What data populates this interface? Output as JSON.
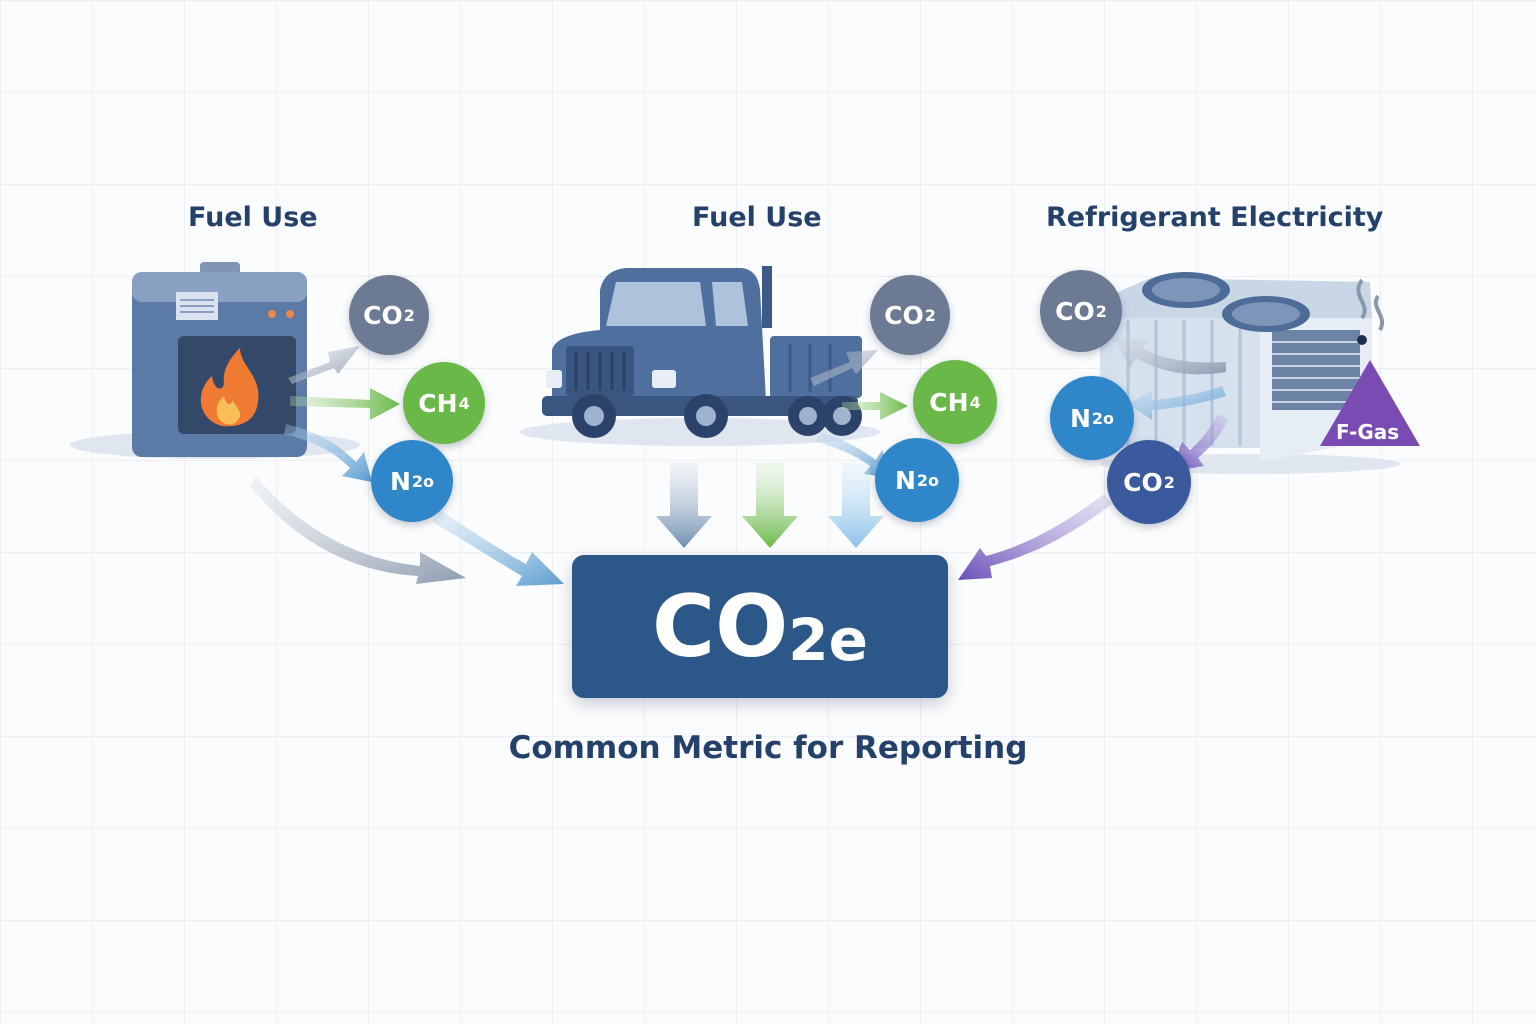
{
  "sources": [
    {
      "label": "Fuel Use"
    },
    {
      "label": "Fuel Use"
    },
    {
      "label": "Refrigerant  Electricity"
    }
  ],
  "bubbles": {
    "furnace": [
      {
        "base": "CO",
        "sub": "2"
      },
      {
        "base": "CH",
        "sub": "4"
      },
      {
        "base": "N",
        "sub": "2o"
      }
    ],
    "truck": [
      {
        "base": "CO",
        "sub": "2"
      },
      {
        "base": "CH",
        "sub": "4"
      },
      {
        "base": "N",
        "sub": "2o"
      }
    ],
    "ac": [
      {
        "base": "CO",
        "sub": "2"
      },
      {
        "base": "N",
        "sub": "2o"
      },
      {
        "base": "CO",
        "sub": "2"
      }
    ]
  },
  "fgas_label": "F-Gas",
  "result": {
    "base": "CO",
    "sub": "2e"
  },
  "caption": "Common Metric for Reporting",
  "colors": {
    "heading": "#24416b",
    "result_box": "#2b5888",
    "co2_bubble": "#6d7a93",
    "ch4_bubble": "#6ab948",
    "n2o_bubble": "#2f86c9",
    "co2_ac_bubble": "#3b5a9e",
    "fgas_triangle": "#7a4cb3"
  }
}
